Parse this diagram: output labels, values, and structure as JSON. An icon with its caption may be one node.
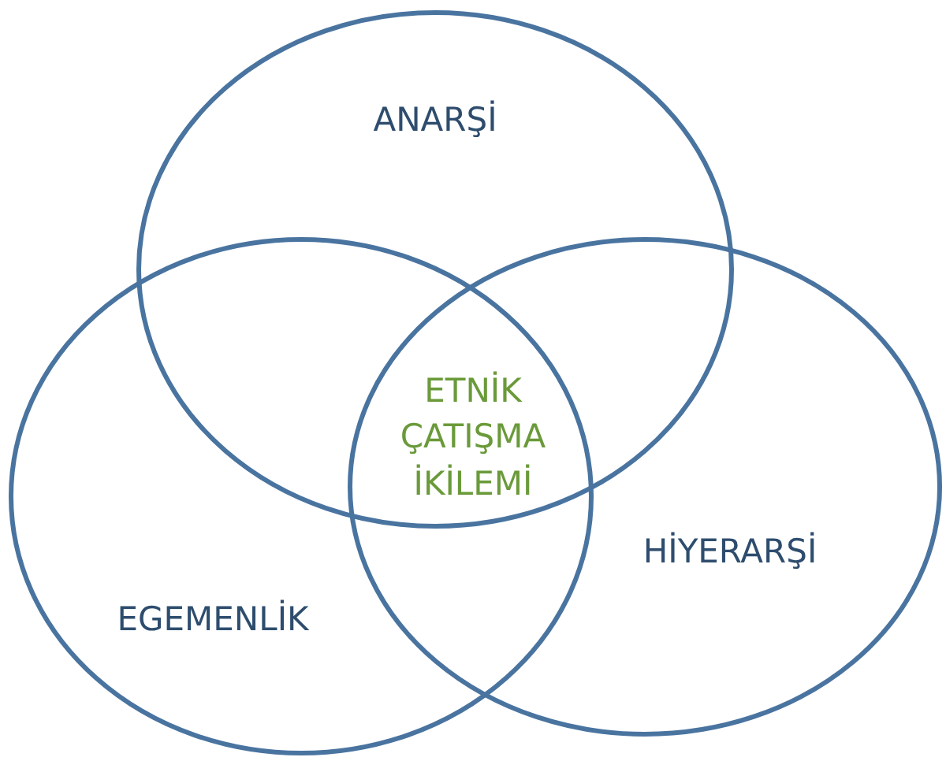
{
  "diagram": {
    "nodes": [
      {
        "text": [
          "ANARŞİ"
        ]
      },
      {
        "text": [
          "HİYERARŞİ"
        ]
      },
      {
        "text": [
          "EGEMENLİK"
        ]
      }
    ],
    "labels": [
      "ETNİK ÇATIŞMA İKİLEMİ"
    ]
  }
}
